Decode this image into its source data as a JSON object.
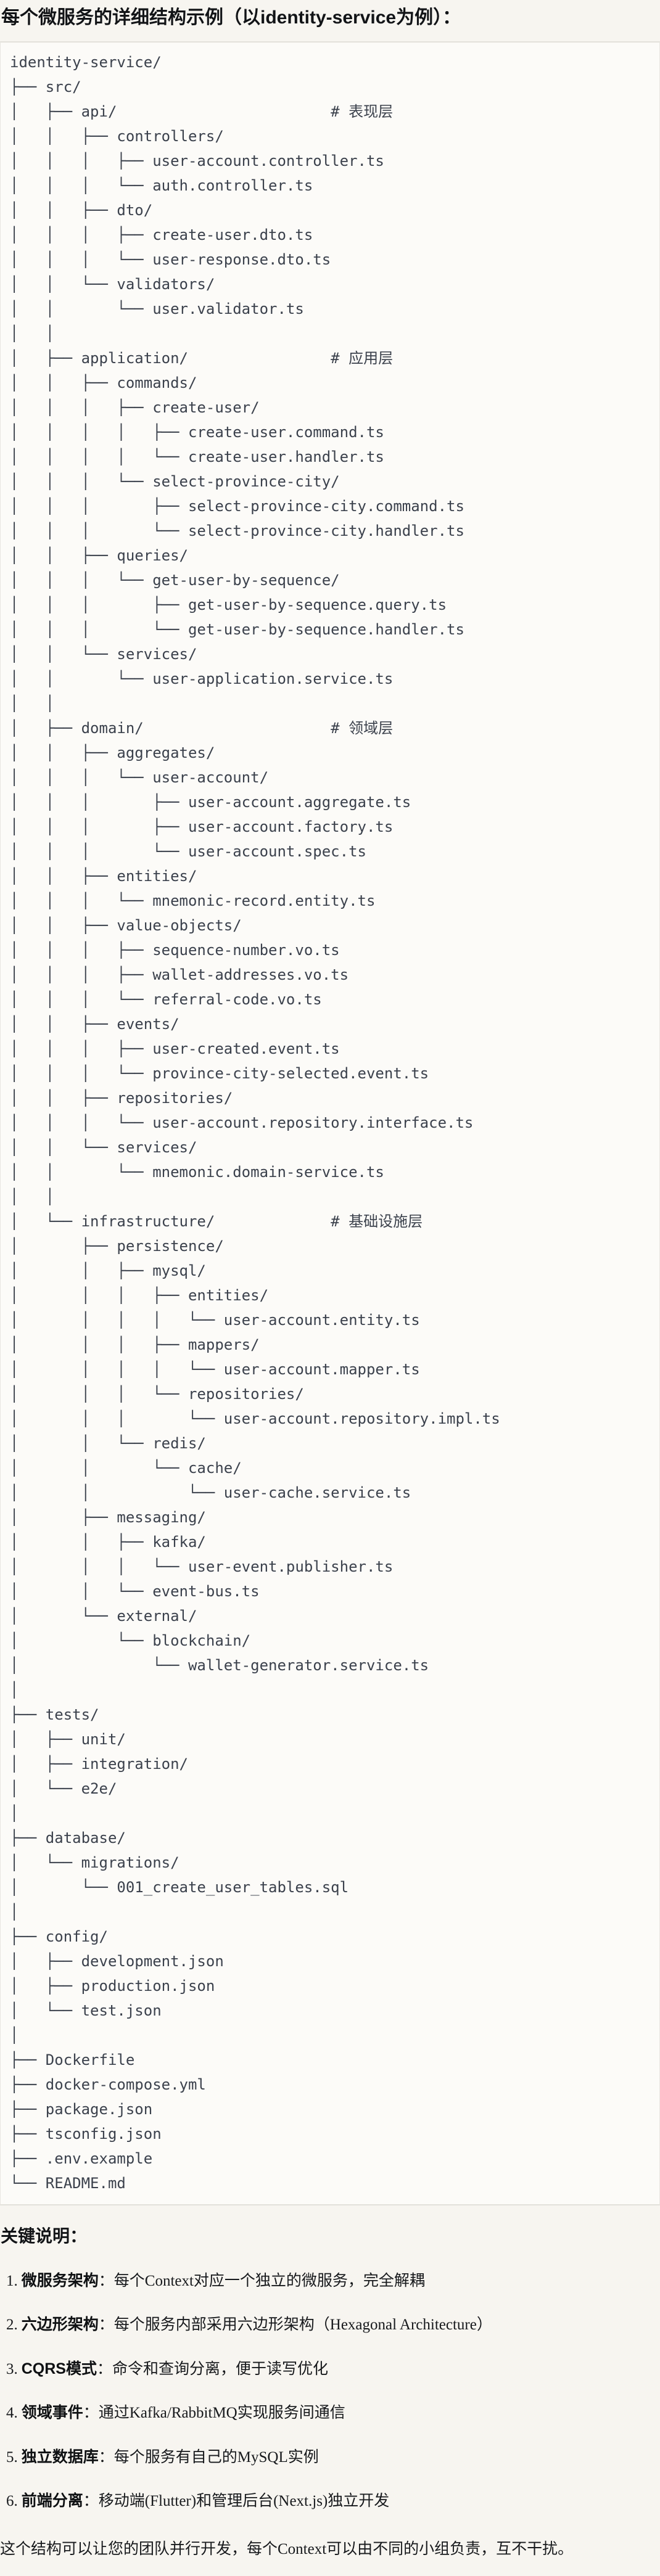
{
  "title": "每个微服务的详细结构示例（以identity-service为例）：",
  "colors": {
    "page_background": "#f7f5f0",
    "code_background": "#fcfbf8",
    "code_border": "#e3e1db",
    "code_text": "#3b414c",
    "heading_text": "#121417"
  },
  "tree_lines": [
    "identity-service/",
    "├── src/",
    "│   ├── api/                        # 表现层",
    "│   │   ├── controllers/",
    "│   │   │   ├── user-account.controller.ts",
    "│   │   │   └── auth.controller.ts",
    "│   │   ├── dto/",
    "│   │   │   ├── create-user.dto.ts",
    "│   │   │   └── user-response.dto.ts",
    "│   │   └── validators/",
    "│   │       └── user.validator.ts",
    "│   │",
    "│   ├── application/                # 应用层",
    "│   │   ├── commands/",
    "│   │   │   ├── create-user/",
    "│   │   │   │   ├── create-user.command.ts",
    "│   │   │   │   └── create-user.handler.ts",
    "│   │   │   └── select-province-city/",
    "│   │   │       ├── select-province-city.command.ts",
    "│   │   │       └── select-province-city.handler.ts",
    "│   │   ├── queries/",
    "│   │   │   └── get-user-by-sequence/",
    "│   │   │       ├── get-user-by-sequence.query.ts",
    "│   │   │       └── get-user-by-sequence.handler.ts",
    "│   │   └── services/",
    "│   │       └── user-application.service.ts",
    "│   │",
    "│   ├── domain/                     # 领域层",
    "│   │   ├── aggregates/",
    "│   │   │   └── user-account/",
    "│   │   │       ├── user-account.aggregate.ts",
    "│   │   │       ├── user-account.factory.ts",
    "│   │   │       └── user-account.spec.ts",
    "│   │   ├── entities/",
    "│   │   │   └── mnemonic-record.entity.ts",
    "│   │   ├── value-objects/",
    "│   │   │   ├── sequence-number.vo.ts",
    "│   │   │   ├── wallet-addresses.vo.ts",
    "│   │   │   └── referral-code.vo.ts",
    "│   │   ├── events/",
    "│   │   │   ├── user-created.event.ts",
    "│   │   │   └── province-city-selected.event.ts",
    "│   │   ├── repositories/",
    "│   │   │   └── user-account.repository.interface.ts",
    "│   │   └── services/",
    "│   │       └── mnemonic.domain-service.ts",
    "│   │",
    "│   └── infrastructure/             # 基础设施层",
    "│       ├── persistence/",
    "│       │   ├── mysql/",
    "│       │   │   ├── entities/",
    "│       │   │   │   └── user-account.entity.ts",
    "│       │   │   ├── mappers/",
    "│       │   │   │   └── user-account.mapper.ts",
    "│       │   │   └── repositories/",
    "│       │   │       └── user-account.repository.impl.ts",
    "│       │   └── redis/",
    "│       │       └── cache/",
    "│       │           └── user-cache.service.ts",
    "│       ├── messaging/",
    "│       │   ├── kafka/",
    "│       │   │   └── user-event.publisher.ts",
    "│       │   └── event-bus.ts",
    "│       └── external/",
    "│           └── blockchain/",
    "│               └── wallet-generator.service.ts",
    "│",
    "├── tests/",
    "│   ├── unit/",
    "│   ├── integration/",
    "│   └── e2e/",
    "│",
    "├── database/",
    "│   └── migrations/",
    "│       └── 001_create_user_tables.sql",
    "│",
    "├── config/",
    "│   ├── development.json",
    "│   ├── production.json",
    "│   └── test.json",
    "│",
    "├── Dockerfile",
    "├── docker-compose.yml",
    "├── package.json",
    "├── tsconfig.json",
    "├── .env.example",
    "└── README.md"
  ],
  "notes_heading": "关键说明：",
  "notes": [
    {
      "num": "1.",
      "label": "微服务架构",
      "rest": "：每个Context对应一个独立的微服务，完全解耦"
    },
    {
      "num": "2.",
      "label": "六边形架构",
      "rest": "：每个服务内部采用六边形架构（Hexagonal Architecture）"
    },
    {
      "num": "3.",
      "label": "CQRS模式",
      "rest": "：命令和查询分离，便于读写优化"
    },
    {
      "num": "4.",
      "label": "领域事件",
      "rest": "：通过Kafka/RabbitMQ实现服务间通信"
    },
    {
      "num": "5.",
      "label": "独立数据库",
      "rest": "：每个服务有自己的MySQL实例"
    },
    {
      "num": "6.",
      "label": "前端分离",
      "rest": "：移动端(Flutter)和管理后台(Next.js)独立开发"
    }
  ],
  "footer": "这个结构可以让您的团队并行开发，每个Context可以由不同的小组负责，互不干扰。"
}
